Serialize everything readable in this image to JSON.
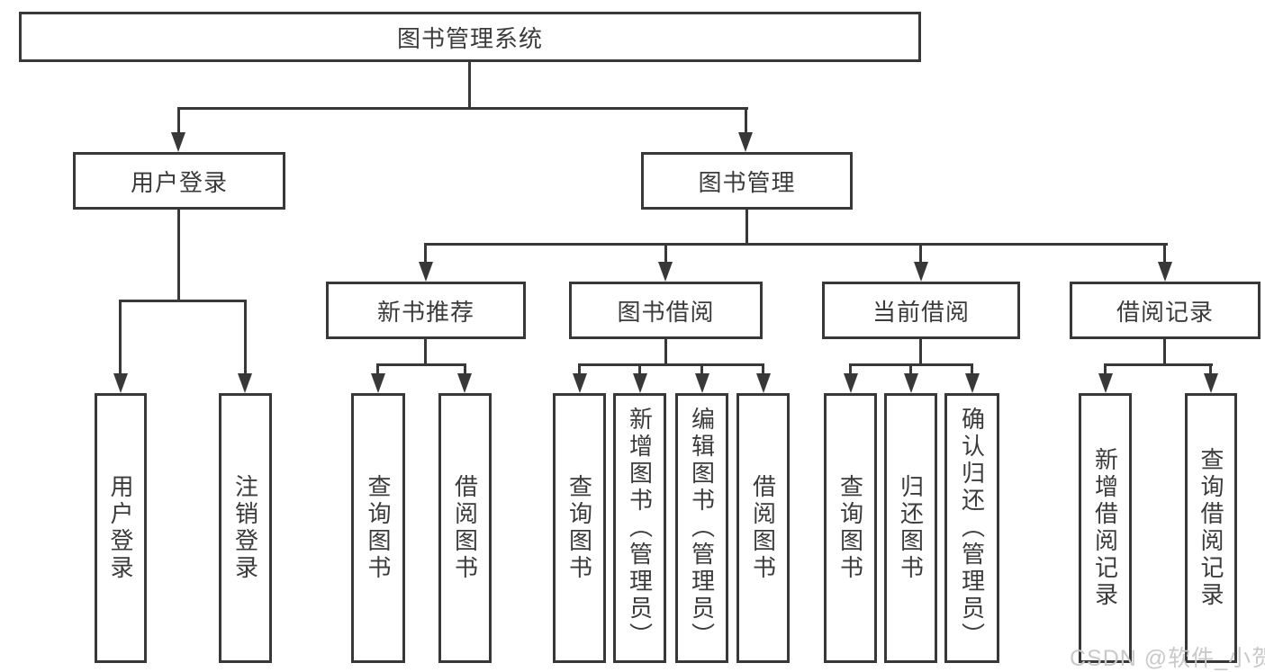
{
  "tree": {
    "root": "图书管理系统",
    "branches": [
      {
        "label": "用户登录",
        "children": [
          "用户登录",
          "注销登录"
        ]
      },
      {
        "label": "图书管理",
        "groups": [
          {
            "label": "新书推荐",
            "children": [
              "查询图书",
              "借阅图书"
            ]
          },
          {
            "label": "图书借阅",
            "children": [
              "查询图书",
              "新增图书（管理员）",
              "编辑图书（管理员）",
              "借阅图书"
            ]
          },
          {
            "label": "当前借阅",
            "children": [
              "查询图书",
              "归还图书",
              "确认归还（管理员）"
            ]
          },
          {
            "label": "借阅记录",
            "children": [
              "新增借阅记录",
              "查询借阅记录"
            ]
          }
        ]
      }
    ]
  },
  "watermark": {
    "text": "CSDN @软件_小贺同学"
  },
  "colors": {
    "line": "#383838",
    "text": "#3b3b3b",
    "watermark": "#c9c9c9",
    "background": "#ffffff"
  }
}
